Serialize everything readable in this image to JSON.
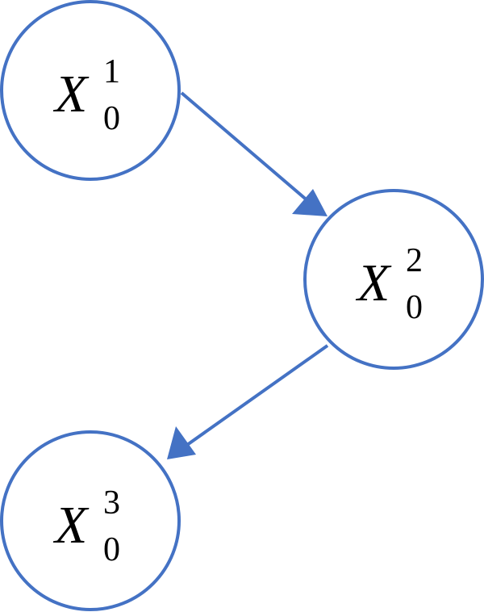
{
  "diagram": {
    "accent_color": "#4472C4",
    "nodes": [
      {
        "id": "x01",
        "symbol": "X",
        "subscript": "0",
        "superscript": "1"
      },
      {
        "id": "x02",
        "symbol": "X",
        "subscript": "0",
        "superscript": "2"
      },
      {
        "id": "x03",
        "symbol": "X",
        "subscript": "0",
        "superscript": "3"
      }
    ],
    "edges": [
      {
        "from": "x01",
        "to": "x02"
      },
      {
        "from": "x02",
        "to": "x03"
      }
    ]
  }
}
